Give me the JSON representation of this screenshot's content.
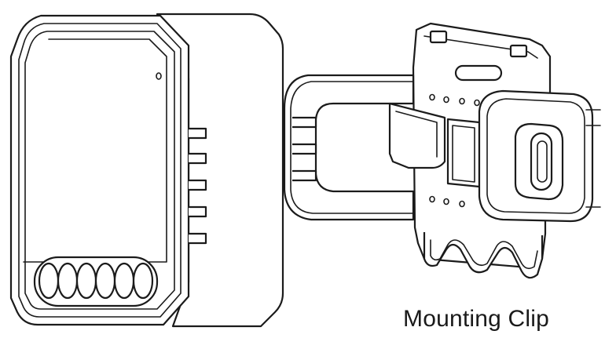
{
  "diagram": {
    "caption": "Mounting Clip",
    "parts": {
      "module": "relay-module",
      "clip": "mounting-clip"
    },
    "line_color": "#1b1b1b",
    "background": "#ffffff"
  }
}
